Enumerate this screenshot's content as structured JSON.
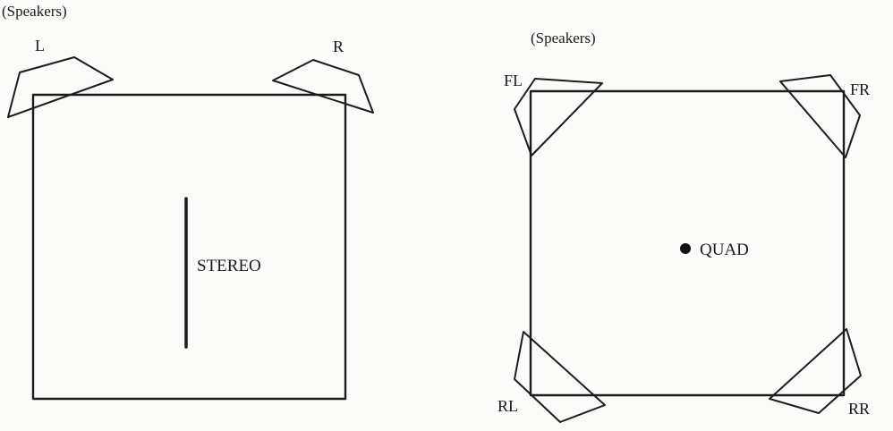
{
  "stereo_panel": {
    "heading": "(Speakers)",
    "speakers": {
      "left": "L",
      "right": "R"
    },
    "label": "STEREO"
  },
  "quad_panel": {
    "heading": "(Speakers)",
    "speakers": {
      "front_left": "FL",
      "front_right": "FR",
      "rear_left": "RL",
      "rear_right": "RR"
    },
    "label": "QUAD"
  }
}
